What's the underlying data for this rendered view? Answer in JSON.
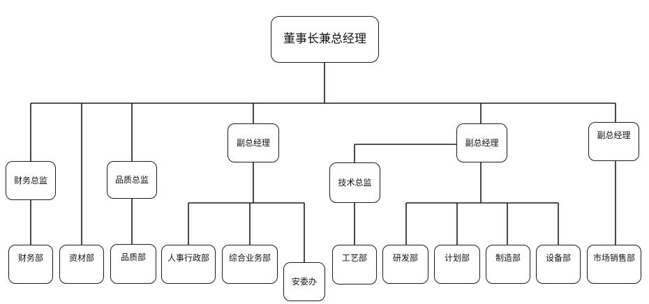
{
  "org": {
    "ceo": "董事长兼总经理",
    "finance_director": "财务总监",
    "quality_director": "品质总监",
    "vgm_admin": "副总经理",
    "vgm_production": "副总经理",
    "vgm_sales": "副总经理",
    "tech_director": "技术总监",
    "finance_dept": "财务部",
    "materials_dept": "资材部",
    "quality_dept": "品质部",
    "hr_admin_dept": "人事行政部",
    "general_affairs_dept": "综合业务部",
    "safety_office": "安委办",
    "process_dept": "工艺部",
    "rnd_dept": "研发部",
    "planning_dept": "计划部",
    "manufacturing_dept": "制造部",
    "equipment_dept": "设备部",
    "marketing_sales_dept": "市场销售部"
  }
}
